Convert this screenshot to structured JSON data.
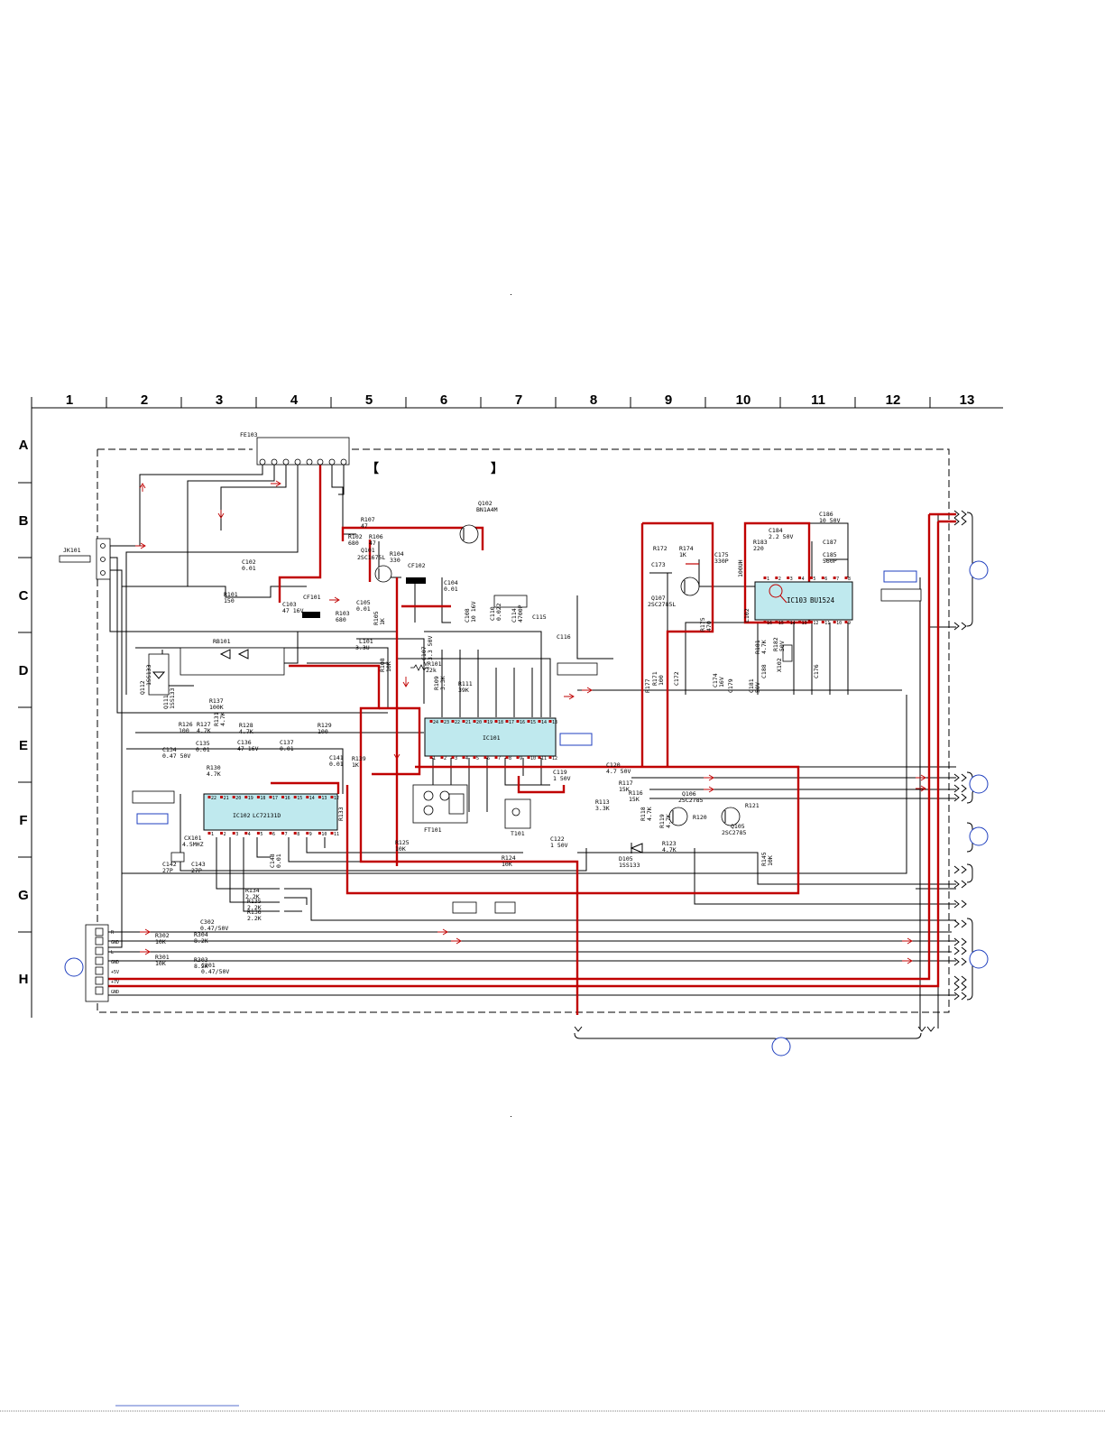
{
  "grid": {
    "columns": [
      "1",
      "2",
      "3",
      "4",
      "5",
      "6",
      "7",
      "8",
      "9",
      "10",
      "11",
      "12",
      "13"
    ],
    "rows": [
      "A",
      "B",
      "C",
      "D",
      "E",
      "F",
      "G",
      "H"
    ]
  },
  "bracket": {
    "open": "【",
    "close": "】"
  },
  "ics": {
    "ic101": {
      "ref": "IC101",
      "pins_top": [
        "24",
        "23",
        "22",
        "21",
        "20",
        "19",
        "18",
        "17",
        "16",
        "15",
        "14",
        "13"
      ],
      "pins_bottom": [
        "1",
        "2",
        "3",
        "4",
        "5",
        "6",
        "7",
        "8",
        "9",
        "10",
        "11",
        "12"
      ]
    },
    "ic102": {
      "ref": "IC102",
      "part": "LC72131D",
      "pins_top": [
        "22",
        "21",
        "20",
        "19",
        "18",
        "17",
        "16",
        "15",
        "14",
        "13",
        "12"
      ],
      "pins_bottom": [
        "1",
        "2",
        "3",
        "4",
        "5",
        "6",
        "7",
        "8",
        "9",
        "10",
        "11"
      ]
    },
    "ic103": {
      "ref": "IC103",
      "part": "BU1524",
      "pins_top": [
        "1",
        "2",
        "3",
        "4",
        "5",
        "6",
        "7",
        "8"
      ],
      "pins_bottom": [
        "16",
        "15",
        "14",
        "13",
        "12",
        "11",
        "10",
        "9"
      ]
    }
  },
  "modules": {
    "fe103": "FE103",
    "jk101": "JK101",
    "rb101": "RB101",
    "ft101": "FT101",
    "t101": "T101",
    "cx101": "CX101",
    "cx101_value": "4.5MHZ",
    "x102": "X102",
    "l101": "L101",
    "l101_value": "3.3U",
    "l102": "L102",
    "l102_value": "100UH",
    "cf101": "CF101",
    "cf102": "CF102"
  },
  "transistors": {
    "q101": {
      "ref": "Q101",
      "part": "2SC1675L"
    },
    "q102": {
      "ref": "Q102",
      "part": "BN1A4M"
    },
    "q105": {
      "ref": "Q105",
      "part": "2SC2785"
    },
    "q106": {
      "ref": "Q106",
      "part": "2SC2785"
    },
    "q107": {
      "ref": "Q107",
      "part": "2SC2785L"
    },
    "q111": {
      "ref": "Q111",
      "part": "1SS133"
    },
    "q112": {
      "ref": "Q112",
      "part": "1SS133"
    },
    "d105": {
      "ref": "D105",
      "part": "1SS133"
    },
    "vr101": {
      "ref": "VR101",
      "value": "22k"
    }
  },
  "components": [
    {
      "ref": "R107",
      "value": "47"
    },
    {
      "ref": "R102",
      "value": "680"
    },
    {
      "ref": "R106",
      "value": "47"
    },
    {
      "ref": "R104",
      "value": "330"
    },
    {
      "ref": "R101",
      "value": "150"
    },
    {
      "ref": "R103",
      "value": "680"
    },
    {
      "ref": "R105",
      "value": "1K"
    },
    {
      "ref": "C102",
      "value": "0.01"
    },
    {
      "ref": "C103",
      "value": "47 16V"
    },
    {
      "ref": "C104",
      "value": "0.01"
    },
    {
      "ref": "C105",
      "value": "0.01"
    },
    {
      "ref": "C107",
      "value": "3.3 50V"
    },
    {
      "ref": "C108",
      "value": "10 16V"
    },
    {
      "ref": "C110",
      "value": "0.022"
    },
    {
      "ref": "C114",
      "value": "4700P"
    },
    {
      "ref": "C115",
      "value": ""
    },
    {
      "ref": "C116",
      "value": ""
    },
    {
      "ref": "R108",
      "value": "10K"
    },
    {
      "ref": "R109",
      "value": "3.3K"
    },
    {
      "ref": "R111",
      "value": "39K"
    },
    {
      "ref": "R126",
      "value": "100"
    },
    {
      "ref": "R127",
      "value": "4.7K"
    },
    {
      "ref": "R128",
      "value": "4.7K"
    },
    {
      "ref": "R129",
      "value": "100"
    },
    {
      "ref": "R131",
      "value": "4.7K"
    },
    {
      "ref": "R137",
      "value": "100K"
    },
    {
      "ref": "C134",
      "value": "0.47 50V"
    },
    {
      "ref": "C135",
      "value": "0.01"
    },
    {
      "ref": "C136",
      "value": "47 16V"
    },
    {
      "ref": "C137",
      "value": "0.01"
    },
    {
      "ref": "C141",
      "value": "0.01"
    },
    {
      "ref": "R139",
      "value": "1K"
    },
    {
      "ref": "R130",
      "value": "4.7K"
    },
    {
      "ref": "R125",
      "value": "10K"
    },
    {
      "ref": "R124",
      "value": "10K"
    },
    {
      "ref": "R133",
      "value": ""
    },
    {
      "ref": "R134",
      "value": "2.2K"
    },
    {
      "ref": "R135",
      "value": "2.2K"
    },
    {
      "ref": "R136",
      "value": "2.2K"
    },
    {
      "ref": "C142",
      "value": "27P"
    },
    {
      "ref": "C143",
      "value": "27P"
    },
    {
      "ref": "C148",
      "value": "0.01"
    },
    {
      "ref": "C119",
      "value": "1 50V"
    },
    {
      "ref": "C120",
      "value": "4.7 50V"
    },
    {
      "ref": "C122",
      "value": "1 50V"
    },
    {
      "ref": "R113",
      "value": "3.3K"
    },
    {
      "ref": "R116",
      "value": "15K"
    },
    {
      "ref": "R117",
      "value": "15K"
    },
    {
      "ref": "R118",
      "value": "4.7K"
    },
    {
      "ref": "R119",
      "value": "4.7K"
    },
    {
      "ref": "R120",
      "value": ""
    },
    {
      "ref": "R121",
      "value": ""
    },
    {
      "ref": "R123",
      "value": "4.7K"
    },
    {
      "ref": "R145",
      "value": "10K"
    },
    {
      "ref": "R172",
      "value": ""
    },
    {
      "ref": "R174",
      "value": "1K"
    },
    {
      "ref": "R175",
      "value": "470"
    },
    {
      "ref": "R177",
      "value": ""
    },
    {
      "ref": "R171",
      "value": "100"
    },
    {
      "ref": "C173",
      "value": ""
    },
    {
      "ref": "C175",
      "value": "330P"
    },
    {
      "ref": "C172",
      "value": ""
    },
    {
      "ref": "C174",
      "value": "16V"
    },
    {
      "ref": "C179",
      "value": ""
    },
    {
      "ref": "C181",
      "value": "50V"
    },
    {
      "ref": "R181",
      "value": "4.7K"
    },
    {
      "ref": "R182",
      "value": "50V"
    },
    {
      "ref": "R183",
      "value": "220"
    },
    {
      "ref": "C184",
      "value": "2.2 50V"
    },
    {
      "ref": "C185",
      "value": "560P"
    },
    {
      "ref": "C186",
      "value": "10 50V"
    },
    {
      "ref": "C187",
      "value": ""
    },
    {
      "ref": "C188",
      "value": ""
    },
    {
      "ref": "C176",
      "value": ""
    },
    {
      "ref": "R302",
      "value": "10K"
    },
    {
      "ref": "R304",
      "value": "8.2K"
    },
    {
      "ref": "R301",
      "value": "10K"
    },
    {
      "ref": "R303",
      "value": "8.2K"
    },
    {
      "ref": "C302",
      "value": "0.47/50V"
    },
    {
      "ref": "C301",
      "value": "0.47/50V"
    }
  ],
  "connector_pins": [
    "R",
    "GND",
    "L",
    "GND",
    "+5V",
    "+7V",
    "GND"
  ]
}
